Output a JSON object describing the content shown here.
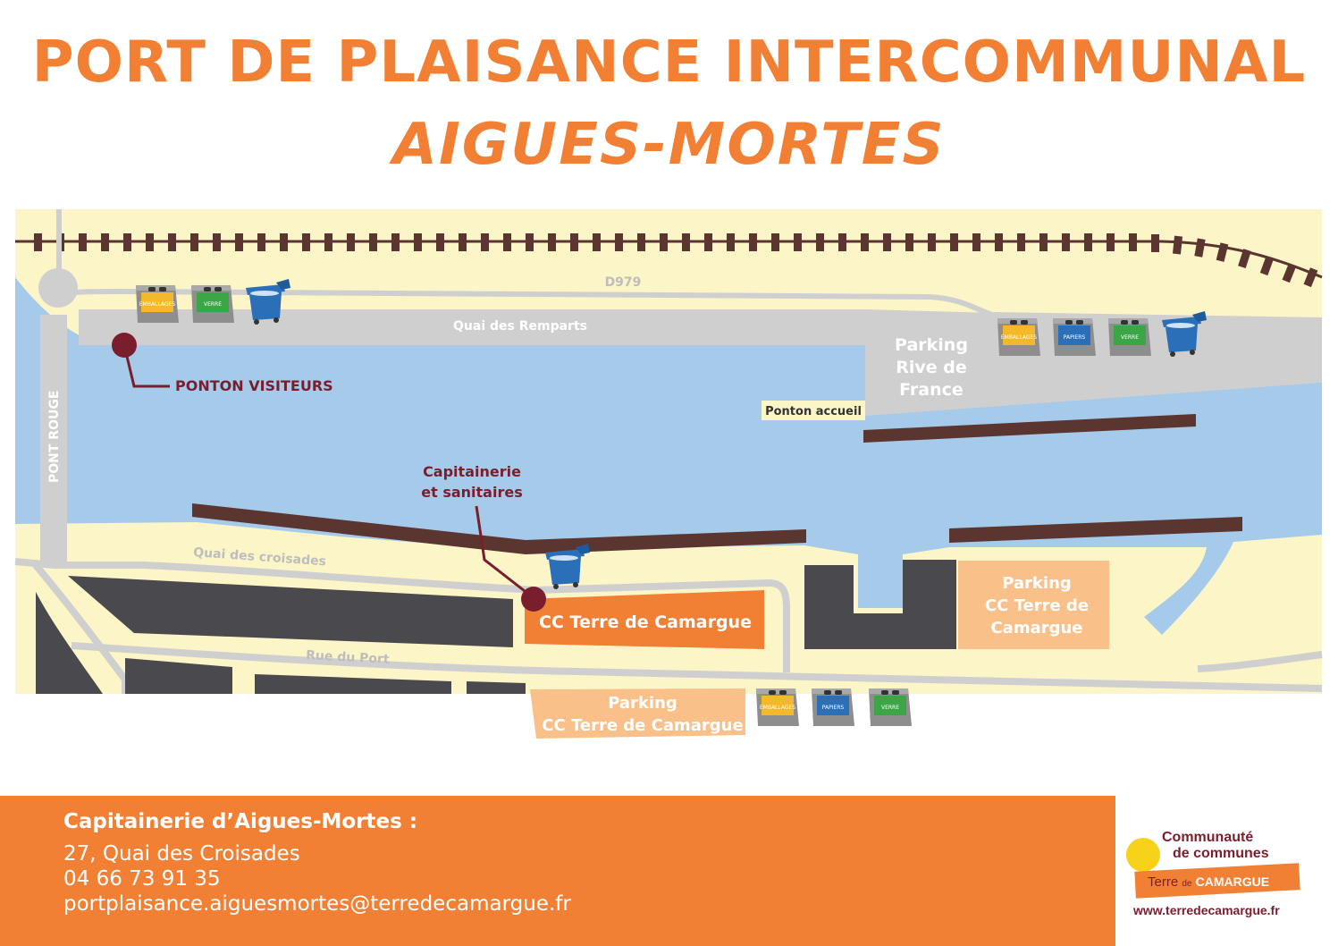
{
  "title": "PORT DE PLAISANCE INTERCOMMUNAL",
  "subtitle": "AIGUES-MORTES",
  "map": {
    "road_d979": "D979",
    "quai_remparts": "Quai des Remparts",
    "ponton_visiteurs": "PONTON VISITEURS",
    "pont_rouge": "PONT ROUGE",
    "parking_rive": [
      "Parking",
      "Rive de",
      "France"
    ],
    "ponton_accueil": "Ponton accueil",
    "capitainerie": [
      "Capitainerie",
      "et sanitaires"
    ],
    "quai_croisades": "Quai des croisades",
    "cc_terre": "CC Terre de Camargue",
    "parking_cc_right": [
      "Parking",
      "CC Terre de",
      "Camargue"
    ],
    "rue_port": "Rue du Port",
    "parking_cc_bottom": [
      "Parking",
      "CC Terre de Camargue"
    ],
    "bin_labels": {
      "emballages": "EMBALLAGES",
      "verre": "VERRE",
      "papiers": "PAPIERS"
    }
  },
  "colors": {
    "orange": "#F28034",
    "water": "#A6CAEA",
    "land": "#FBF5C8",
    "road": "#CFCFCF",
    "pontoon": "#5B3530",
    "building": "#4A4A4E",
    "parking_light": "#F9C08A",
    "marker": "#7A1E2E",
    "bin_blue": "#2B6FB8",
    "bin_yellow": "#F3B92A",
    "bin_green": "#3BA646"
  },
  "footer": {
    "title": "Capitainerie d’Aigues-Mortes :",
    "address": "27, Quai des Croisades",
    "phone": "04 66 73 91 35",
    "email": "portplaisance.aiguesmortes@terredecamargue.fr"
  },
  "logo": {
    "line1": "Communauté",
    "line2": "de communes",
    "line3a": "Terre",
    "line3b": "de",
    "line3c": "CAMARGUE",
    "website": "www.terredecamargue.fr"
  }
}
